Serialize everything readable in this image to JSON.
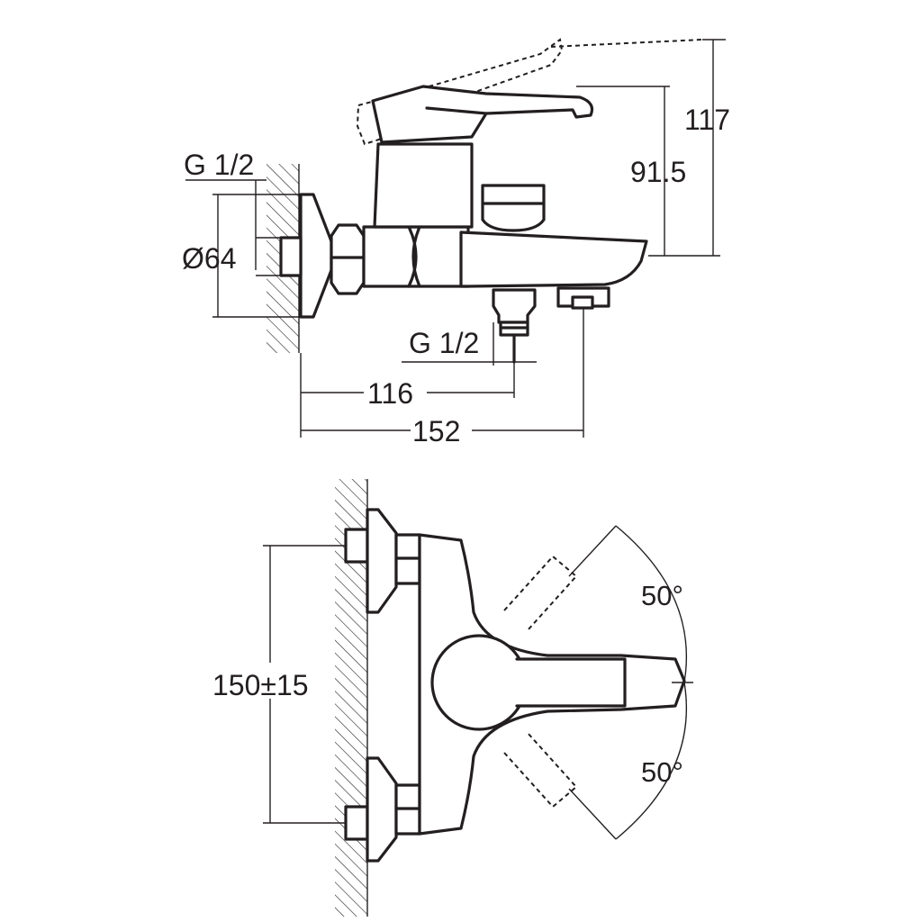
{
  "dimensions": {
    "g_half_inlet": "G 1/2",
    "diameter_flange": "Ø64",
    "g_half_outlet": "G 1/2",
    "len_116": "116",
    "len_152": "152",
    "height_91_5": "91.5",
    "height_117": "117",
    "spacing_150": "150±15",
    "angle_upper": "50°",
    "angle_lower": "50°"
  },
  "colors": {
    "line": "#231f20",
    "background": "#ffffff"
  }
}
